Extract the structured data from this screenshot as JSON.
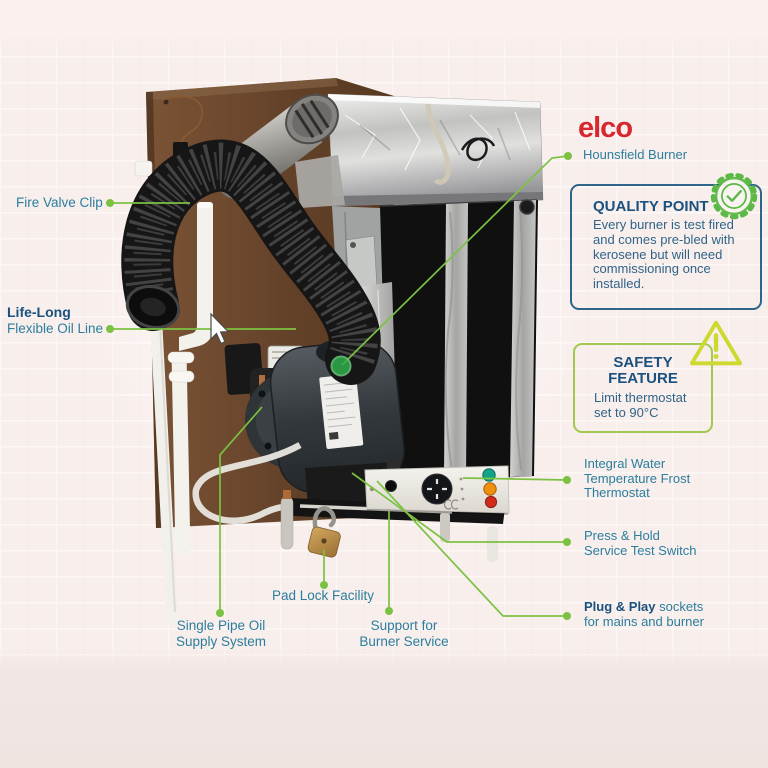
{
  "logo": {
    "text": "elco",
    "color": "#d7282f"
  },
  "labels": {
    "hounsfield_burner": "Hounsfield Burner",
    "fire_valve_clip": "Fire Valve Clip",
    "life_long_bold": "Life-Long",
    "life_long_rest": "Flexible Oil Line",
    "integral_1": "Integral Water",
    "integral_2": "Temperature Frost",
    "integral_3": "Thermostat",
    "press_hold_1": "Press & Hold",
    "press_hold_2": "Service Test Switch",
    "plug_play_bold": "Plug & Play",
    "plug_play_rest": "sockets",
    "plug_play_2": "for mains and burner",
    "pad_lock": "Pad Lock Facility",
    "single_pipe_1": "Single Pipe Oil",
    "single_pipe_2": "Supply System",
    "support_1": "Support for",
    "support_2": "Burner Service"
  },
  "callouts": {
    "quality": {
      "title": "QUALITY POINT",
      "body": "Every burner is test fired and comes pre-bled with kerosene but will need commissioning once installed.",
      "icon": "rosette-check-icon"
    },
    "safety": {
      "title_1": "SAFETY",
      "title_2": "FEATURE",
      "body_1": "Limit thermostat",
      "body_2": "set to 90°C",
      "icon": "warning-triangle-icon"
    }
  },
  "colors": {
    "accent_green_lines": "#7cc242",
    "burner_pointer_dot": "#2fae4c",
    "teal_text": "#2b7e9d",
    "navy_text": "#1a517e",
    "callout_body_text": "#2f6488",
    "logo_red": "#d7282f",
    "quality_border": "#2e6589",
    "safety_border": "#a2c94f",
    "warning_triangle": "#cdd92f",
    "badge_green": "#5cb947",
    "panel_led_teal": "#11a287",
    "panel_led_orange": "#ef8f0e",
    "panel_led_red": "#d02a1b",
    "wall_pink": "#f8eeec"
  }
}
